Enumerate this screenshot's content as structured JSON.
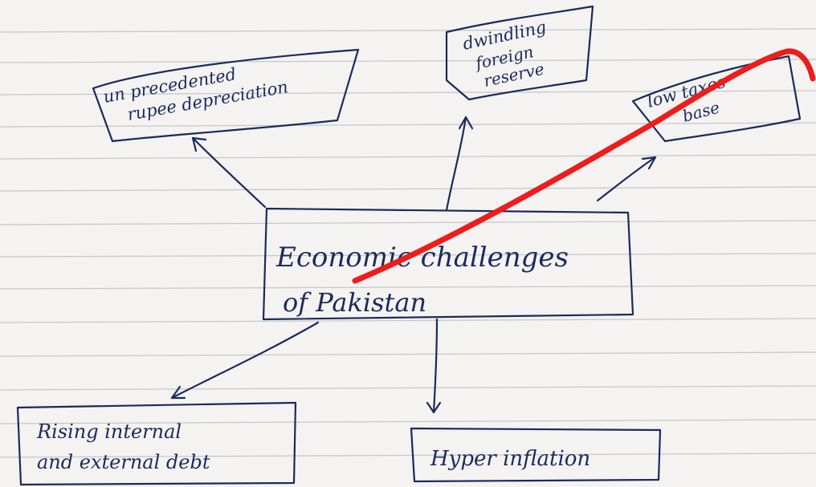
{
  "diagram": {
    "center": {
      "line1": "Economic challenges",
      "line2": "of Pakistan"
    },
    "nodes": [
      {
        "id": "rupee",
        "line1": "un precedented",
        "line2": "rupee depreciation"
      },
      {
        "id": "forex",
        "line1": "dwindling",
        "line2": "foreign",
        "line3": "reserve"
      },
      {
        "id": "tax",
        "line1": "low taxes",
        "line2": "base"
      },
      {
        "id": "debt",
        "line1": "Rising internal",
        "line2": "and external debt"
      },
      {
        "id": "inflation",
        "line1": "Hyper inflation"
      }
    ]
  },
  "colors": {
    "ink": "#1b2a5c",
    "paper": "#f4f3f1",
    "ruled_line": "#9aa3ad",
    "correction_mark": "#ee1c1c"
  }
}
